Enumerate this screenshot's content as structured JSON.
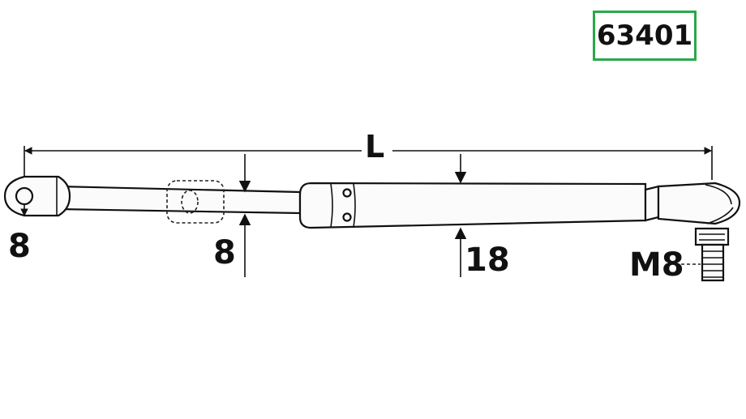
{
  "part_number": "63401",
  "colors": {
    "part_box_border": "#2aa84a",
    "line": "#111111"
  },
  "dimensions": {
    "length": "L",
    "eye_diameter": "8",
    "rod_diameter": "8",
    "tube_diameter": "18",
    "thread": "M8"
  }
}
